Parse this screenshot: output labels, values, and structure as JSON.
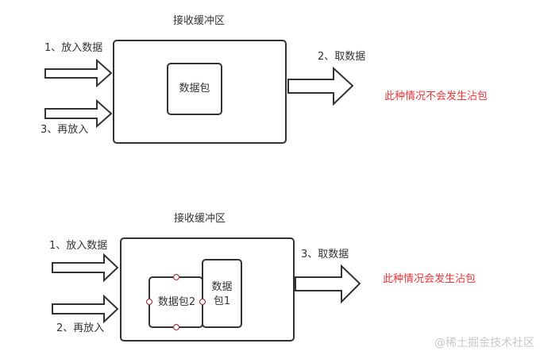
{
  "scenario_top": {
    "buffer_title": "接收缓冲区",
    "step_put": "1、放入数据",
    "step_put_again": "3、再放入",
    "step_take": "2、取数据",
    "packet": "数据包",
    "note": "此种情况不会发生沾包"
  },
  "scenario_bottom": {
    "buffer_title": "接收缓冲区",
    "step_put": "1、放入数据",
    "step_put_again": "2、再放入",
    "step_take": "3、取数据",
    "packet_2": "数据包2",
    "packet_1_line1": "数据",
    "packet_1_line2": "包1",
    "note": "此种情况会发生沾包"
  },
  "watermark": "@稀土掘金技术社区",
  "colors": {
    "stroke": "#333333",
    "note_red": "#e8363a",
    "handle": "#a0404a"
  }
}
